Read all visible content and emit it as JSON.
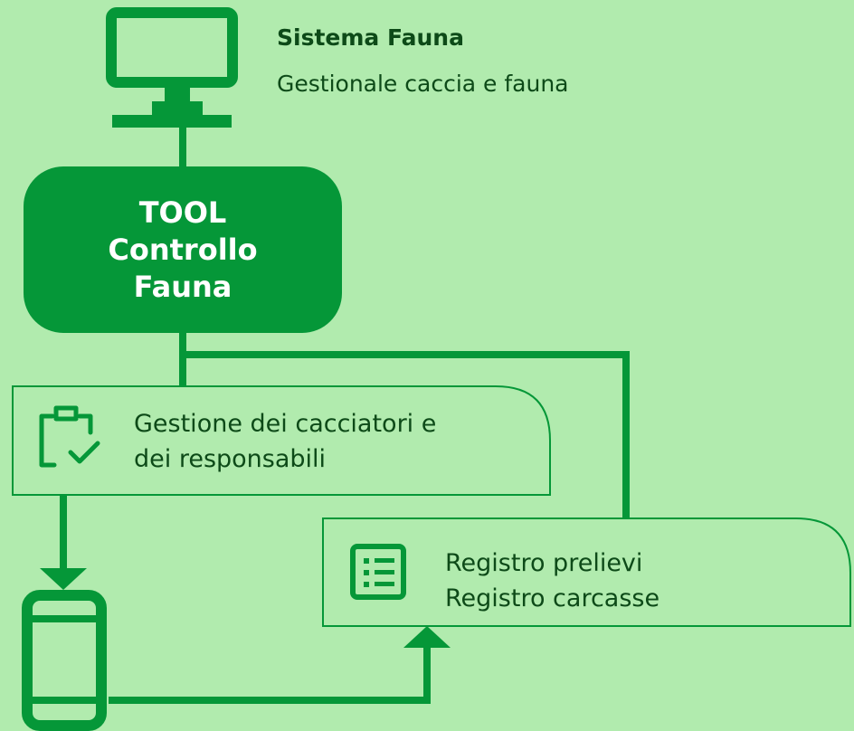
{
  "colors": {
    "background": "#b1ebae",
    "accent": "#059738",
    "box_fill": "#b1ebae",
    "text": "#0d4a18",
    "tool_text": "#ffffff"
  },
  "system": {
    "title": "Sistema Fauna",
    "subtitle": "Gestionale caccia e fauna",
    "icon": "monitor-icon"
  },
  "tool": {
    "lines": [
      "TOOL",
      "Controllo",
      "Fauna"
    ]
  },
  "box_hunters": {
    "icon": "clipboard-check-icon",
    "lines": [
      "Gestione dei cacciatori e",
      "dei responsabili"
    ]
  },
  "box_registers": {
    "icon": "list-icon",
    "lines": [
      "Registro prelievi",
      "Registro carcasse"
    ]
  },
  "device": {
    "icon": "smartphone-icon"
  }
}
